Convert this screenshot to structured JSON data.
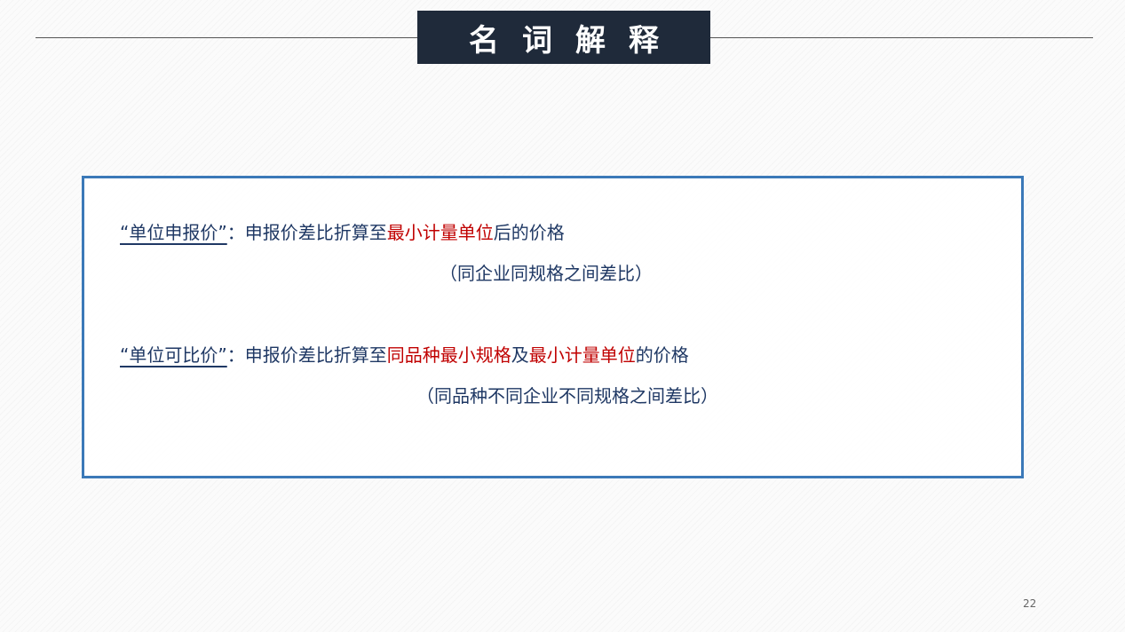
{
  "title": "名词解释",
  "definitions": [
    {
      "term": "“单位申报价”",
      "colon": "：",
      "segments": [
        {
          "text": "申报价差比折算至",
          "highlight": false
        },
        {
          "text": "最小计量单位",
          "highlight": true
        },
        {
          "text": "后的价格",
          "highlight": false
        }
      ],
      "note": "（同企业同规格之间差比）"
    },
    {
      "term": "“单位可比价”",
      "colon": "：",
      "segments": [
        {
          "text": "申报价差比折算至",
          "highlight": false
        },
        {
          "text": "同品种最小规格",
          "highlight": true
        },
        {
          "text": "及",
          "highlight": false
        },
        {
          "text": "最小计量单位",
          "highlight": true
        },
        {
          "text": "的价格",
          "highlight": false
        }
      ],
      "note": "（同品种不同企业不同规格之间差比）"
    }
  ],
  "page_number": "22",
  "colors": {
    "title_bg": "#1f2a3a",
    "text": "#1f3864",
    "highlight": "#c00000",
    "box_border": "#3b79b8"
  }
}
